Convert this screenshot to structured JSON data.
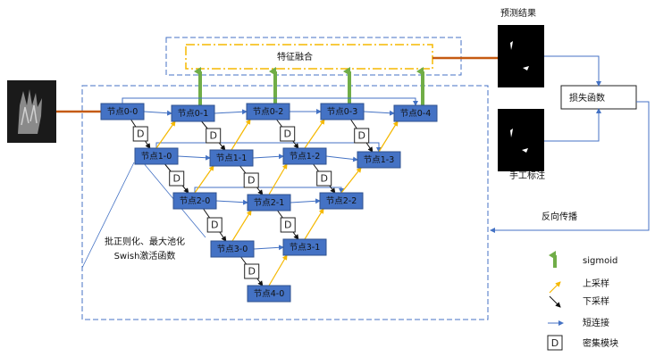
{
  "nodes": {
    "n00": "节点0-0",
    "n01": "节点0-1",
    "n02": "节点0-2",
    "n03": "节点0-3",
    "n04": "节点0-4",
    "n10": "节点1-0",
    "n11": "节点1-1",
    "n12": "节点1-2",
    "n13": "节点1-3",
    "n20": "节点2-0",
    "n21": "节点2-1",
    "n22": "节点2-2",
    "n30": "节点3-0",
    "n31": "节点3-1",
    "n40": "节点4-0"
  },
  "dense_block_letter": "D",
  "feature_fusion": "特征融合",
  "prediction_label": "预测结果",
  "manual_label": "手工标注",
  "loss_label": "损失函数",
  "backprop_label": "反向传播",
  "annotation_line1": "批正则化、最大池化",
  "annotation_line2": "Swish激活函数",
  "legend": {
    "sigmoid": "sigmoid",
    "upsample": "上采样",
    "downsample": "下采样",
    "skip": "短连接",
    "dense": "密集模块"
  },
  "colors": {
    "node": "#4472c4",
    "upsample": "#f5b800",
    "sigmoid": "#70ad47",
    "input_link": "#c55a11"
  }
}
